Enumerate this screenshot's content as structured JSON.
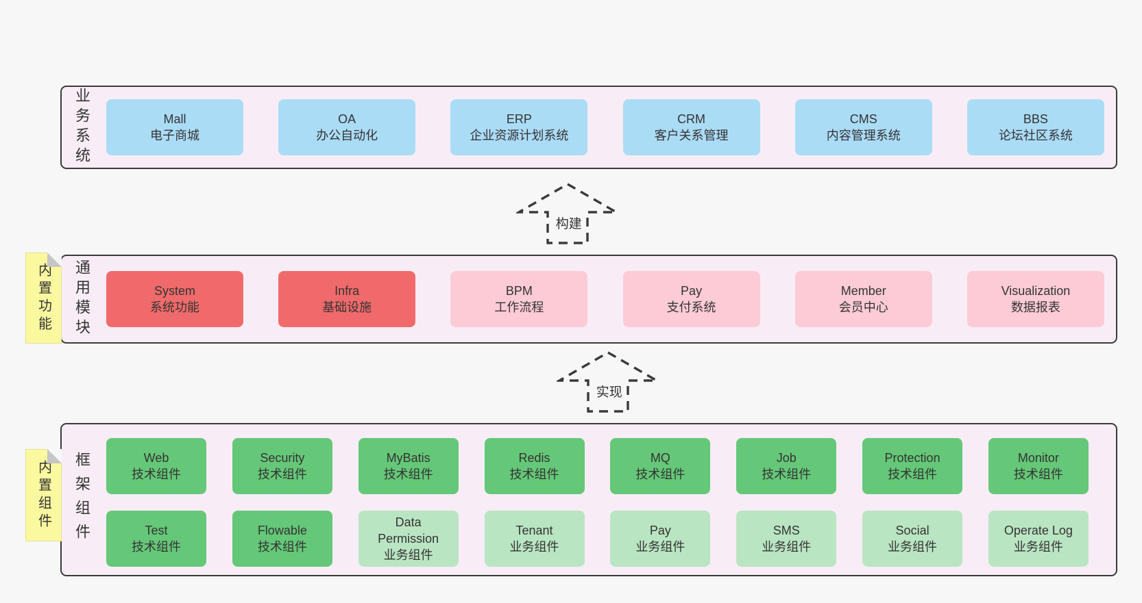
{
  "colors": {
    "page-bg": "#f7f7f7",
    "panel-bg": "#f8edf6",
    "panel-border": "#3a3a3a",
    "text": "#333333",
    "blue": "#abdcf6",
    "red": "#f16a6b",
    "pink": "#fccbd5",
    "green": "#65c878",
    "lightgreen": "#bae5c3",
    "note-yellow": "#fbf9a0",
    "note-fold": "#c6c6c6"
  },
  "layers": {
    "business": {
      "label": "业务系统",
      "boxes": [
        {
          "name": "Mall",
          "desc": "电子商城",
          "variant": "blue"
        },
        {
          "name": "OA",
          "desc": "办公自动化",
          "variant": "blue"
        },
        {
          "name": "ERP",
          "desc": "企业资源计划系统",
          "variant": "blue"
        },
        {
          "name": "CRM",
          "desc": "客户关系管理",
          "variant": "blue"
        },
        {
          "name": "CMS",
          "desc": "内容管理系统",
          "variant": "blue"
        },
        {
          "name": "BBS",
          "desc": "论坛社区系统",
          "variant": "blue"
        }
      ]
    },
    "modules": {
      "label": "通用模块",
      "note": "内置功能",
      "boxes": [
        {
          "name": "System",
          "desc": "系统功能",
          "variant": "red"
        },
        {
          "name": "Infra",
          "desc": "基础设施",
          "variant": "red"
        },
        {
          "name": "BPM",
          "desc": "工作流程",
          "variant": "pink"
        },
        {
          "name": "Pay",
          "desc": "支付系统",
          "variant": "pink"
        },
        {
          "name": "Member",
          "desc": "会员中心",
          "variant": "pink"
        },
        {
          "name": "Visualization",
          "desc": "数据报表",
          "variant": "pink"
        }
      ]
    },
    "components": {
      "label": "框架组件",
      "note": "内置组件",
      "row1": [
        {
          "name": "Web",
          "desc": "技术组件",
          "variant": "green"
        },
        {
          "name": "Security",
          "desc": "技术组件",
          "variant": "green"
        },
        {
          "name": "MyBatis",
          "desc": "技术组件",
          "variant": "green"
        },
        {
          "name": "Redis",
          "desc": "技术组件",
          "variant": "green"
        },
        {
          "name": "MQ",
          "desc": "技术组件",
          "variant": "green"
        },
        {
          "name": "Job",
          "desc": "技术组件",
          "variant": "green"
        },
        {
          "name": "Protection",
          "desc": "技术组件",
          "variant": "green"
        },
        {
          "name": "Monitor",
          "desc": "技术组件",
          "variant": "green"
        }
      ],
      "row2": [
        {
          "name": "Test",
          "desc": "技术组件",
          "variant": "green"
        },
        {
          "name": "Flowable",
          "desc": "技术组件",
          "variant": "green"
        },
        {
          "name": "Data Permission",
          "desc": "业务组件",
          "variant": "lightgreen"
        },
        {
          "name": "Tenant",
          "desc": "业务组件",
          "variant": "lightgreen"
        },
        {
          "name": "Pay",
          "desc": "业务组件",
          "variant": "lightgreen"
        },
        {
          "name": "SMS",
          "desc": "业务组件",
          "variant": "lightgreen"
        },
        {
          "name": "Social",
          "desc": "业务组件",
          "variant": "lightgreen"
        },
        {
          "name": "Operate Log",
          "desc": "业务组件",
          "variant": "lightgreen"
        }
      ]
    }
  },
  "arrows": [
    {
      "label": "构建"
    },
    {
      "label": "实现"
    }
  ]
}
